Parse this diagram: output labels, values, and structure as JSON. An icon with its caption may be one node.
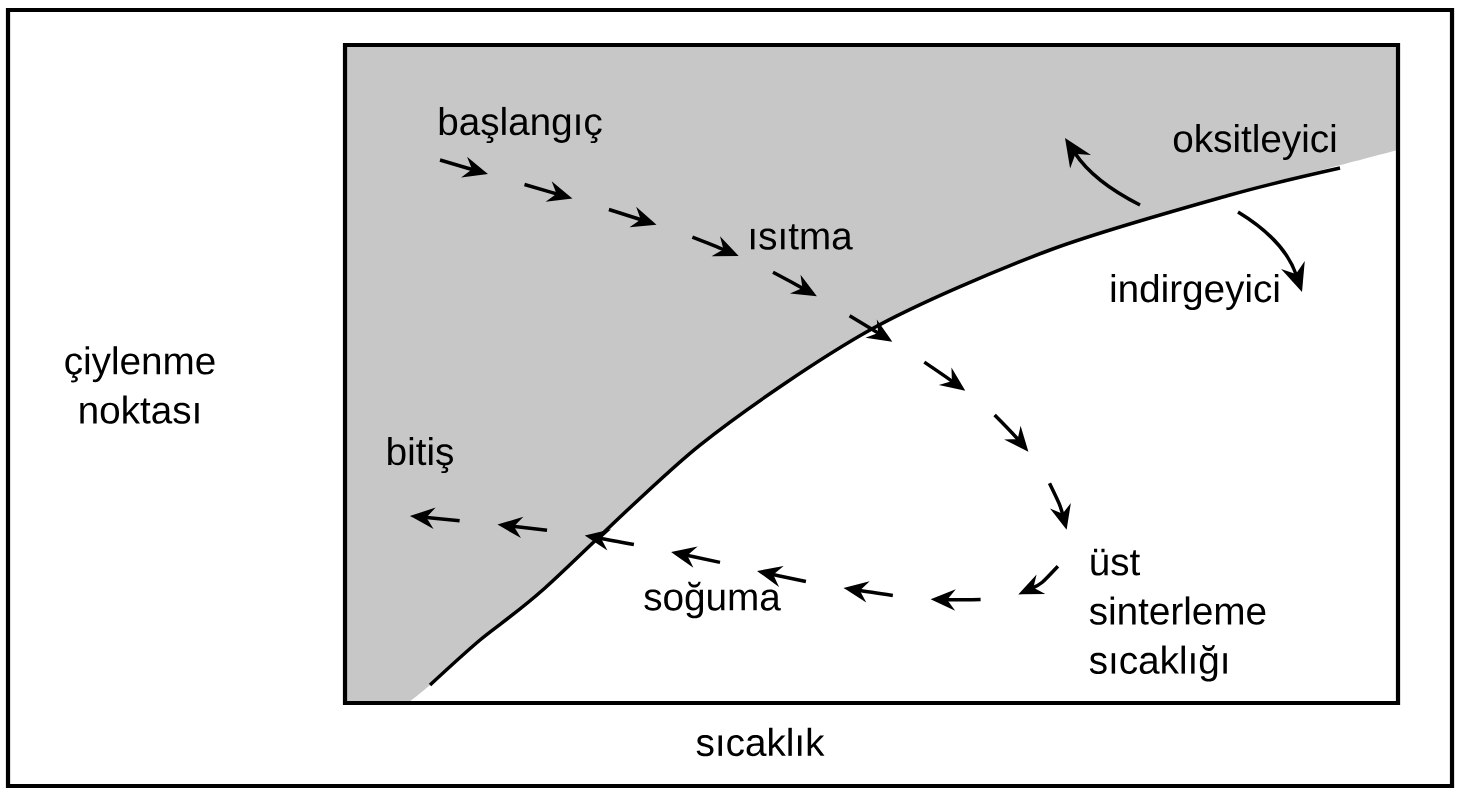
{
  "diagram": {
    "labels": [
      "başlangıç",
      "ısıtma",
      "oksitleyici",
      "indirgeyici",
      "çiylenme noktası",
      "bitiş",
      "üst sinterleme sıcaklığı",
      "soğuma",
      "sıcaklık"
    ]
  }
}
